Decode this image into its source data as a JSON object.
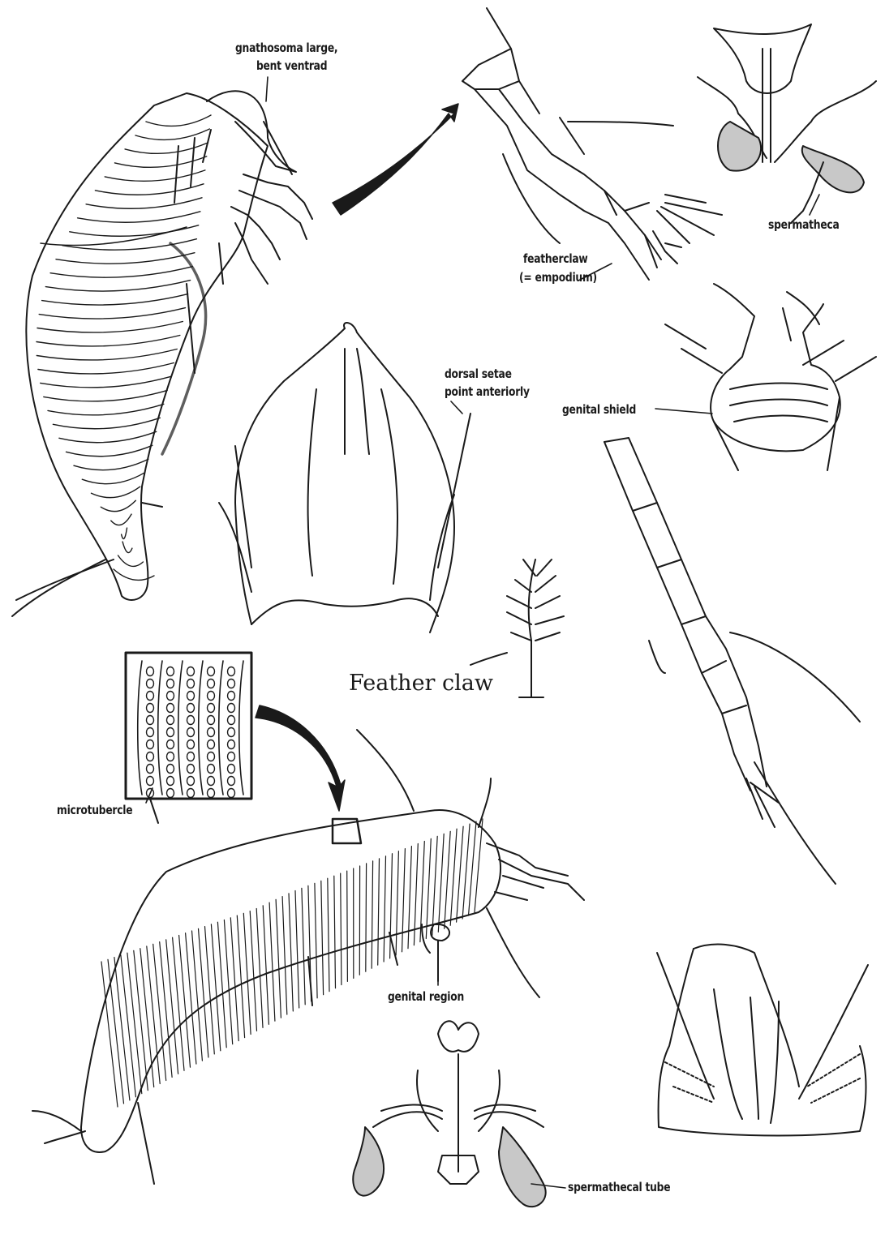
{
  "labels": {
    "gnathosoma_line1": "gnathosoma large,",
    "gnathosoma_line2": "bent ventrad",
    "featherclaw_line1": "featherclaw",
    "featherclaw_line2": "(= empodium)",
    "spermatheca": "spermatheca",
    "dorsal_setae_line1": "dorsal setae",
    "dorsal_setae_line2": "point anteriorly",
    "genital_shield": "genital shield",
    "feather_claw": "Feather claw",
    "microtubercle": "microtubercle",
    "genital_region": "genital region",
    "spermathecal_tube": "spermathecal tube"
  },
  "colors": {
    "ink": "#1a1a1a",
    "paper": "#ffffff"
  }
}
